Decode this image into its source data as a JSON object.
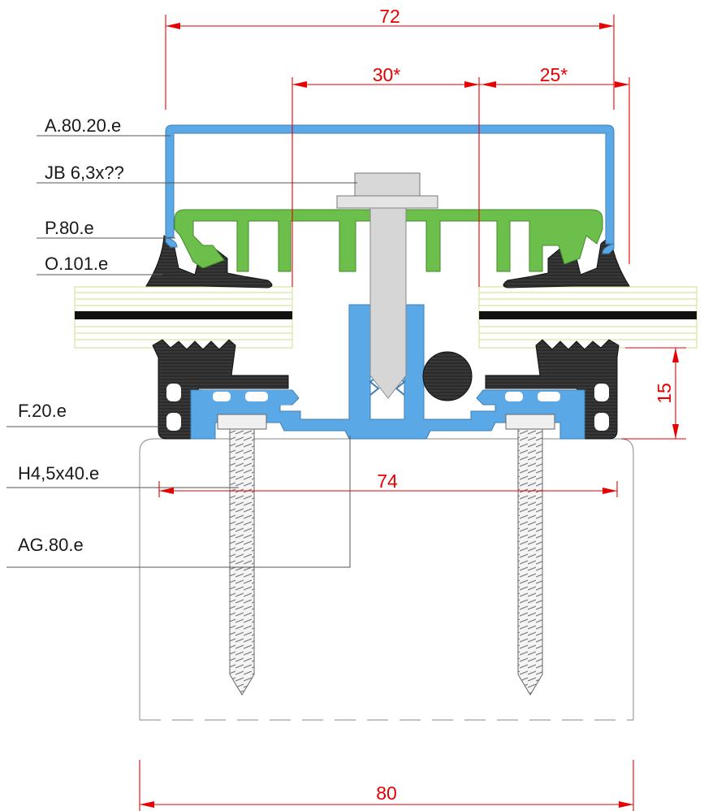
{
  "labels": {
    "cover_profile": "A.80.20.e",
    "bolt": "JB 6,3x??",
    "pressure_profile": "P.80.e",
    "outer_seal": "O.101.e",
    "foam_seal": "F.20.e",
    "wood_screw": "H4,5x40.e",
    "base_profile": "AG.80.e"
  },
  "dimensions": {
    "top_width": "72",
    "left_glass_bite": "30*",
    "right_glass_bite": "25*",
    "seal_height": "15",
    "screw_spacing": "74",
    "rafter_width": "80"
  },
  "colors": {
    "cover": "#5aa9e6",
    "pressure_plate": "#6cbf4a",
    "base": "#5aa9e6",
    "gasket": "#2b2b2b",
    "bolt": "#d6d6d6",
    "dimension": "#e60000",
    "glass_edge": "#cfe08a"
  }
}
